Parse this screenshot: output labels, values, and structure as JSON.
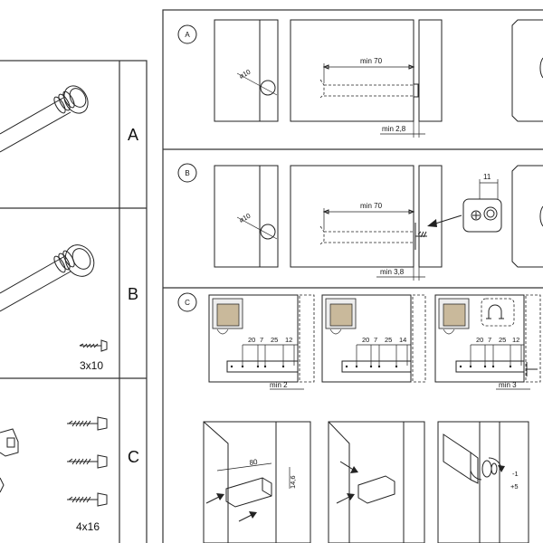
{
  "left_panel": {
    "rows": [
      {
        "label": "A"
      },
      {
        "label": "B",
        "screw_label": "3x10"
      },
      {
        "label": "C",
        "screw_label": "4x16"
      }
    ]
  },
  "right_panel": {
    "section_a": {
      "marker": "A",
      "diameter_label": "⌀10",
      "depth_label": "min 70",
      "gap_label": "min 2,8"
    },
    "section_b": {
      "marker": "B",
      "diameter_label": "⌀10",
      "depth_label": "min 70",
      "gap_label": "min 3,8",
      "plate_width_label": "11"
    },
    "section_c": {
      "marker": "C",
      "panel1": {
        "dims": [
          "20",
          "7",
          "25",
          "12"
        ],
        "gap_label": "min 2"
      },
      "panel2": {
        "dims": [
          "20",
          "7",
          "25",
          "14"
        ]
      },
      "panel3": {
        "dims": [
          "20",
          "7",
          "25",
          "12"
        ],
        "gap_label": "min 3"
      },
      "length_label": "80",
      "height_label": "14,6",
      "adjust_minus": "-1",
      "adjust_plus": "+5"
    }
  }
}
